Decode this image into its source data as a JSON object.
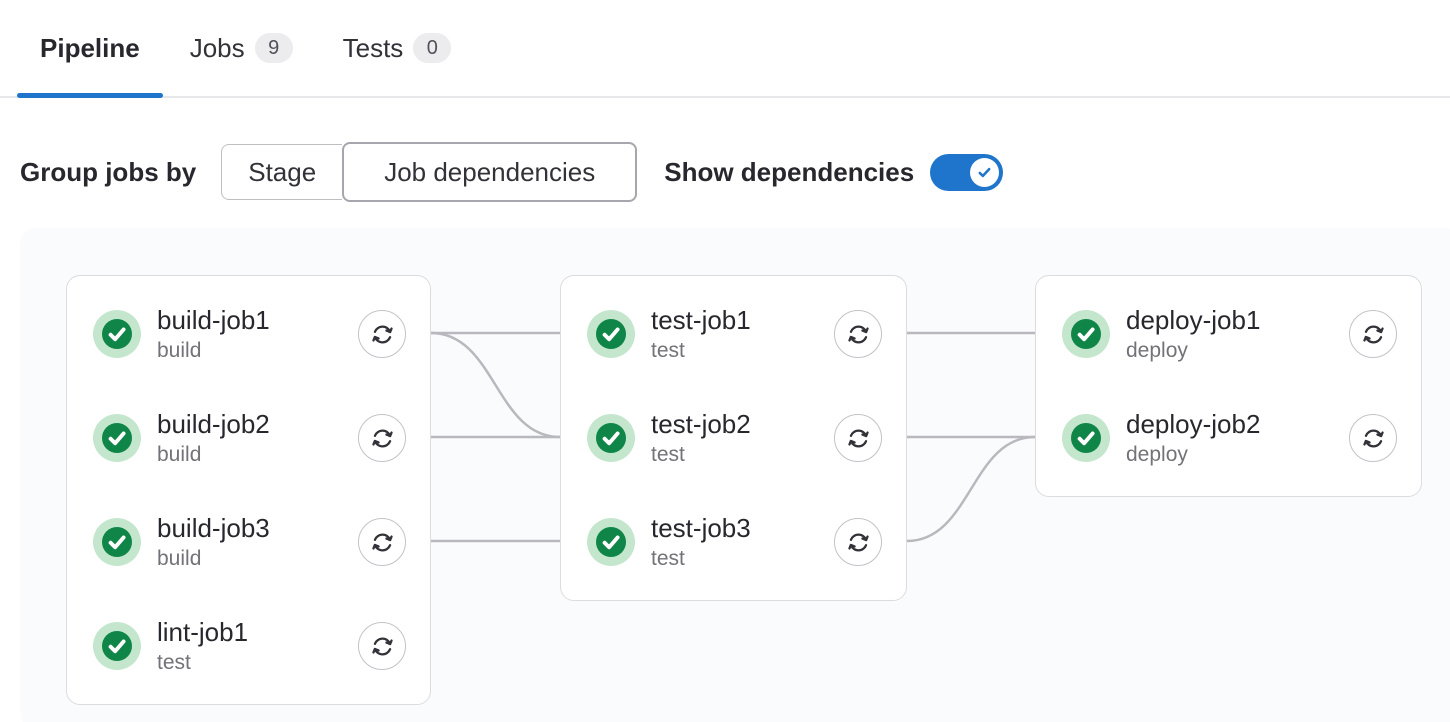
{
  "tabs": [
    {
      "label": "Pipeline",
      "active": true,
      "badge": null
    },
    {
      "label": "Jobs",
      "active": false,
      "badge": "9"
    },
    {
      "label": "Tests",
      "active": false,
      "badge": "0"
    }
  ],
  "controls": {
    "group_label": "Group jobs by",
    "segments": [
      {
        "label": "Stage",
        "selected": false
      },
      {
        "label": "Job dependencies",
        "selected": true
      }
    ],
    "show_dependencies_label": "Show dependencies",
    "show_dependencies_on": true
  },
  "pipeline": {
    "columns": [
      {
        "jobs": [
          {
            "name": "build-job1",
            "stage": "build",
            "status": "success"
          },
          {
            "name": "build-job2",
            "stage": "build",
            "status": "success"
          },
          {
            "name": "build-job3",
            "stage": "build",
            "status": "success"
          },
          {
            "name": "lint-job1",
            "stage": "test",
            "status": "success"
          }
        ]
      },
      {
        "jobs": [
          {
            "name": "test-job1",
            "stage": "test",
            "status": "success"
          },
          {
            "name": "test-job2",
            "stage": "test",
            "status": "success"
          },
          {
            "name": "test-job3",
            "stage": "test",
            "status": "success"
          }
        ]
      },
      {
        "jobs": [
          {
            "name": "deploy-job1",
            "stage": "deploy",
            "status": "success"
          },
          {
            "name": "deploy-job2",
            "stage": "deploy",
            "status": "success"
          }
        ]
      }
    ],
    "links": [
      {
        "from": "build-job1",
        "to": "test-job1"
      },
      {
        "from": "build-job1",
        "to": "test-job2"
      },
      {
        "from": "build-job2",
        "to": "test-job2"
      },
      {
        "from": "build-job3",
        "to": "test-job3"
      },
      {
        "from": "test-job1",
        "to": "deploy-job1"
      },
      {
        "from": "test-job2",
        "to": "deploy-job2"
      },
      {
        "from": "test-job3",
        "to": "deploy-job2"
      }
    ]
  },
  "icons": {
    "status_success": "check-circle-icon",
    "retry": "retry-icon",
    "toggle_check": "check-icon"
  },
  "colors": {
    "accent_blue": "#1f75cb",
    "success_green": "#108548",
    "success_ring": "#c3e6cd",
    "dependency_line": "#b9b8be",
    "graph_background": "#fafbfc",
    "card_border": "#dcdcde",
    "badge_background": "#ececef",
    "text_primary": "#28272d",
    "text_secondary": "#737278"
  }
}
